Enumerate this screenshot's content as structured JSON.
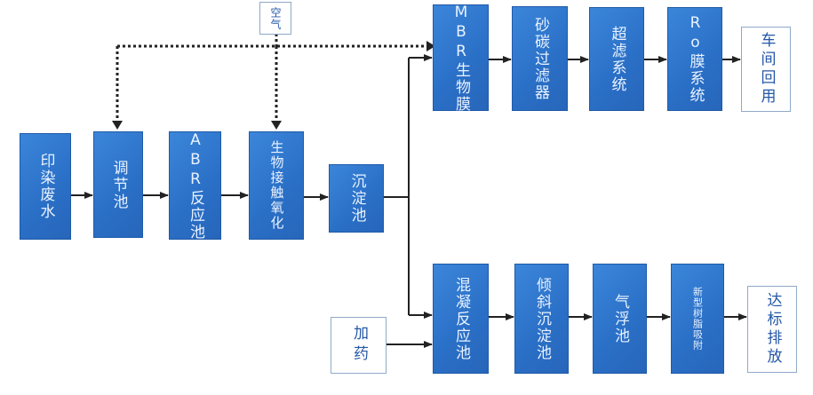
{
  "air_label": "空气",
  "dosing_label": "加药",
  "main_line": [
    "印染废水",
    "调节池",
    "ABR反应池",
    "生物接触氧化",
    "沉淀池"
  ],
  "upper_branch": [
    "MBR生物膜",
    "砂碳过滤器",
    "超滤系统",
    "Ro膜系统"
  ],
  "upper_output": "车间回用",
  "lower_branch": [
    "混凝反应池",
    "倾斜沉淀池",
    "气浮池",
    "新型树脂吸附"
  ],
  "lower_output": "达标排放",
  "colors": {
    "process_box": "#2f79d2",
    "box_text": "#e9f2ff",
    "output_text": "#2457a8",
    "line": "#222222"
  }
}
